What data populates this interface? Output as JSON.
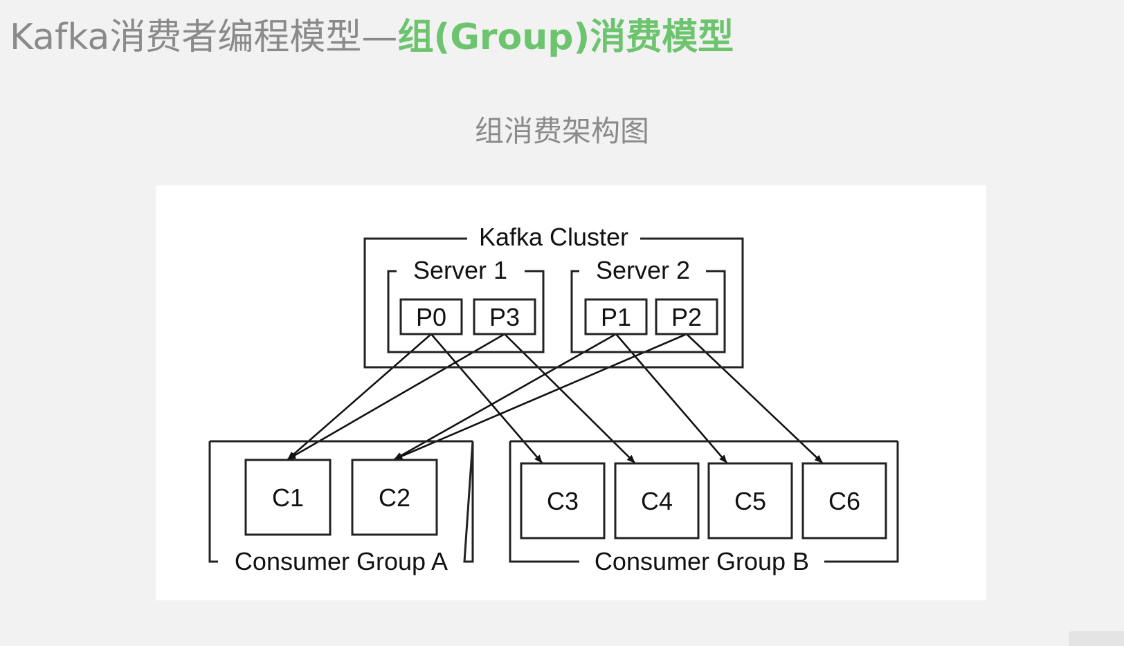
{
  "slide": {
    "title_prefix": "Kafka消费者编程模型—",
    "title_highlight": "组(Group)消费模型",
    "subtitle": "组消费架构图"
  },
  "colors": {
    "title_gray": "#8a8a8a",
    "title_accent_green": "#6cc46e",
    "diagram_line": "#222222"
  },
  "diagram": {
    "cluster": {
      "label": "Kafka Cluster",
      "servers": [
        {
          "label": "Server 1",
          "partitions": [
            "P0",
            "P3"
          ]
        },
        {
          "label": "Server 2",
          "partitions": [
            "P1",
            "P2"
          ]
        }
      ]
    },
    "groups": [
      {
        "label": "Consumer Group A",
        "consumers": [
          "C1",
          "C2"
        ]
      },
      {
        "label": "Consumer Group B",
        "consumers": [
          "C3",
          "C4",
          "C5",
          "C6"
        ]
      }
    ],
    "assignments": [
      {
        "from": "P0",
        "to": "C1"
      },
      {
        "from": "P0",
        "to": "C3"
      },
      {
        "from": "P3",
        "to": "C1"
      },
      {
        "from": "P3",
        "to": "C4"
      },
      {
        "from": "P1",
        "to": "C2"
      },
      {
        "from": "P1",
        "to": "C5"
      },
      {
        "from": "P2",
        "to": "C2"
      },
      {
        "from": "P2",
        "to": "C6"
      }
    ]
  }
}
